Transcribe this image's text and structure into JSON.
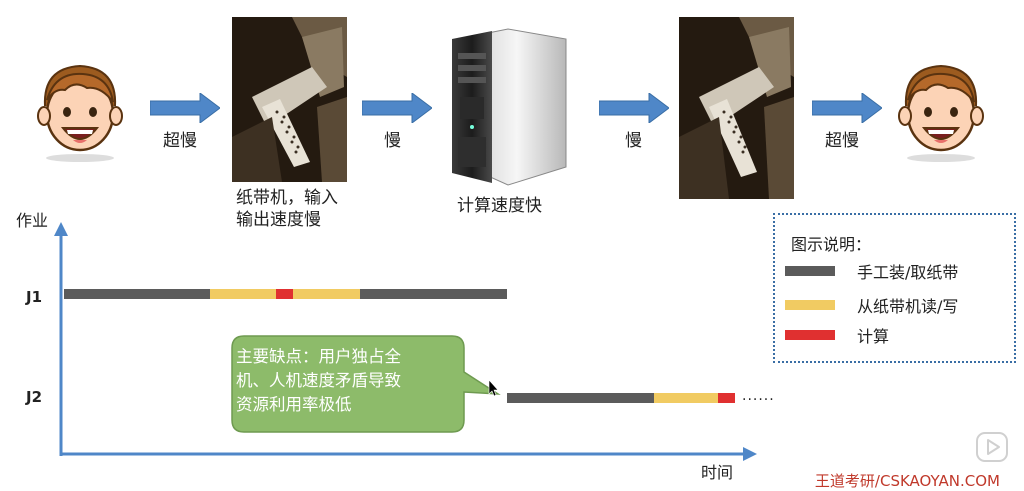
{
  "top_flow": {
    "arrow1_label": "超慢",
    "arrow2_label": "慢",
    "arrow3_label": "慢",
    "arrow4_label": "超慢",
    "tape_machine_label_line1": "纸带机，输入",
    "tape_machine_label_line2": "输出速度慢",
    "computer_label": "计算速度快"
  },
  "timeline": {
    "y_axis_label": "作业",
    "x_axis_label": "时间",
    "jobs": [
      "J1",
      "J2"
    ],
    "ellipsis": "......"
  },
  "legend": {
    "title": "图示说明：",
    "items": [
      {
        "label": "手工装/取纸带",
        "color": "#5b5b5b"
      },
      {
        "label": "从纸带机读/写",
        "color": "#f1cb62"
      },
      {
        "label": "计算",
        "color": "#e03030"
      }
    ]
  },
  "callout": {
    "line1": "主要缺点：用户独占全",
    "line2": "机、人机速度矛盾导致",
    "line3": "资源利用率极低",
    "color": "#8dbb6a"
  },
  "watermark": "王道考研/CSKAOYAN.COM",
  "colors": {
    "arrow_blue": "#4f87c8",
    "axis_blue": "#4f87c8"
  }
}
